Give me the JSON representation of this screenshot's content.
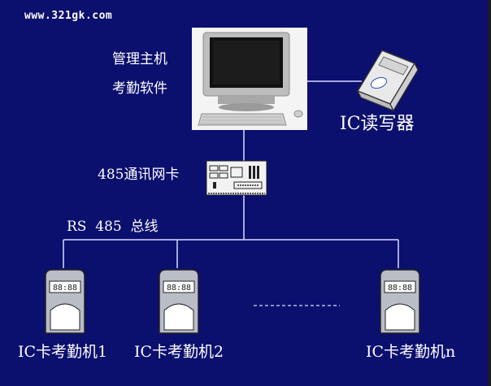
{
  "watermark": "www.321gk.com",
  "host": {
    "line1": "管理主机",
    "line2": "考勤软件"
  },
  "reader_label": "IC读写器",
  "network_card_label": "485通讯网卡",
  "bus_label": "RS  485  总线",
  "terminals": [
    {
      "label": "IC卡考勤机1",
      "display": "88:88"
    },
    {
      "label": "IC卡考勤机2",
      "display": "88:88"
    },
    {
      "label": "IC卡考勤机n",
      "display": "88:88"
    }
  ],
  "colors": {
    "background": "#0b0f6e",
    "line": "#d8dcff",
    "text": "#ffffff"
  }
}
